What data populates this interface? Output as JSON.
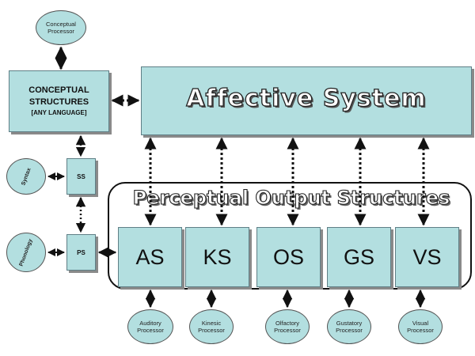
{
  "nodes": {
    "conceptual_processor": "Conceptual Processor",
    "conceptual_structures_title": "CONCEPTUAL STRUCTURES",
    "conceptual_structures_sub": "[ANY LANGUAGE]",
    "affective_system": "Affective System",
    "perceptual_output_structures": "Perceptual Output Structures",
    "ss": "SS",
    "ps": "PS",
    "syntax": "Syntax",
    "phonology": "Phonology",
    "outputs": [
      "AS",
      "KS",
      "OS",
      "GS",
      "VS"
    ],
    "processors": [
      [
        "Auditory",
        "Processor"
      ],
      [
        "Kinesic",
        "Processor"
      ],
      [
        "Olfactory",
        "Processor"
      ],
      [
        "Gustatory",
        "Processor"
      ],
      [
        "Visual",
        "Processor"
      ]
    ],
    "conceptual_processor_lines": [
      "Conceptual",
      "Processor"
    ]
  },
  "colors": {
    "box_fill": "#b3dfe0",
    "border": "#5f7f86",
    "arrow": "#111111"
  }
}
